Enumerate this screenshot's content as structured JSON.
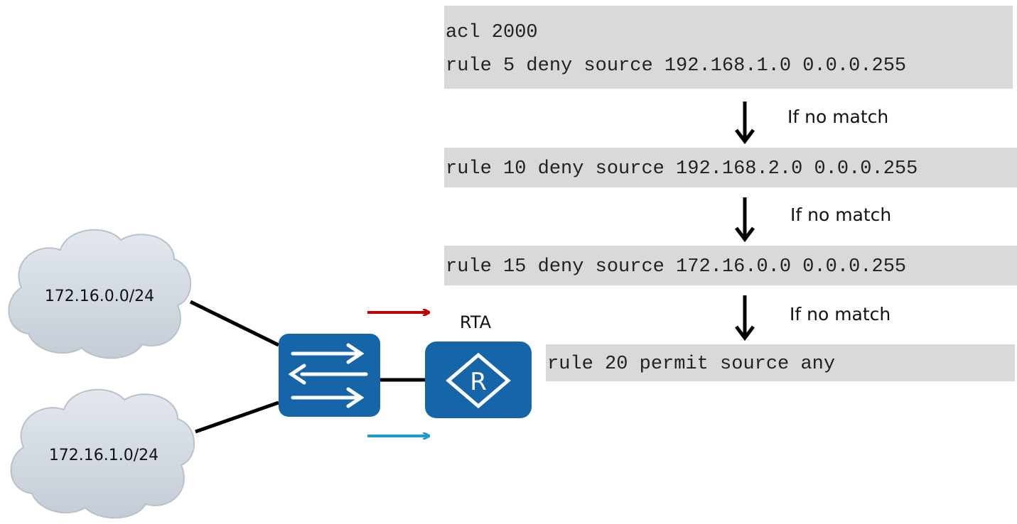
{
  "acl_rules": [
    {
      "lines": [
        "acl 2000",
        "rule 5 deny source 192.168.1.0 0.0.0.255"
      ]
    },
    {
      "lines": [
        "rule 10 deny source 192.168.2.0 0.0.0.255"
      ]
    },
    {
      "lines": [
        "rule 15 deny source 172.16.0.0 0.0.0.255"
      ]
    },
    {
      "lines": [
        "rule 20 permit source any"
      ]
    }
  ],
  "flow_labels": [
    "If no match",
    "If no match",
    "If no match"
  ],
  "networks": [
    {
      "label": "172.16.0.0/24"
    },
    {
      "label": "172.16.1.0/24"
    }
  ],
  "router": {
    "label": "RTA",
    "icon": "router-icon"
  },
  "switch": {
    "icon": "switch-icon"
  },
  "colors": {
    "device_fill": "#1565a8",
    "code_bg": "#d9d9d9",
    "cloud_fill": "#d6dde6",
    "traffic_red": "#c00000",
    "traffic_blue": "#1f9bcf",
    "link": "#000000"
  }
}
